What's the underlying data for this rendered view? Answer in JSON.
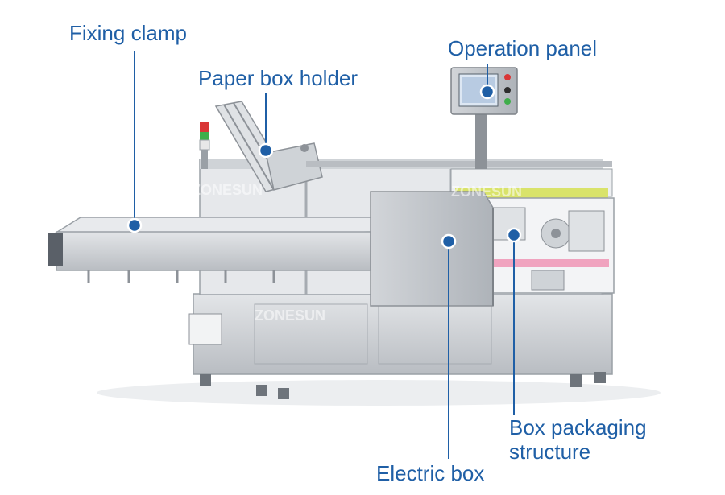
{
  "colors": {
    "label": "#1f5fa6",
    "leader": "#1f5fa6",
    "dot": "#1f5fa6",
    "dot_ring": "#ffffff",
    "machine": "#c9ccd0",
    "machine_dark": "#8d9298",
    "accent_yellow": "#d9e36a",
    "accent_pink": "#f0a3bf"
  },
  "labels": {
    "fixing_clamp": "Fixing clamp",
    "paper_box_holder": "Paper box holder",
    "operation_panel": "Operation panel",
    "box_packaging_line1": "Box packaging",
    "box_packaging_line2": "structure",
    "electric_box": "Electric box"
  },
  "watermark": "ZONESUN",
  "icons": {
    "beacon": "signal-tower-icon",
    "panel": "touchscreen-icon"
  }
}
